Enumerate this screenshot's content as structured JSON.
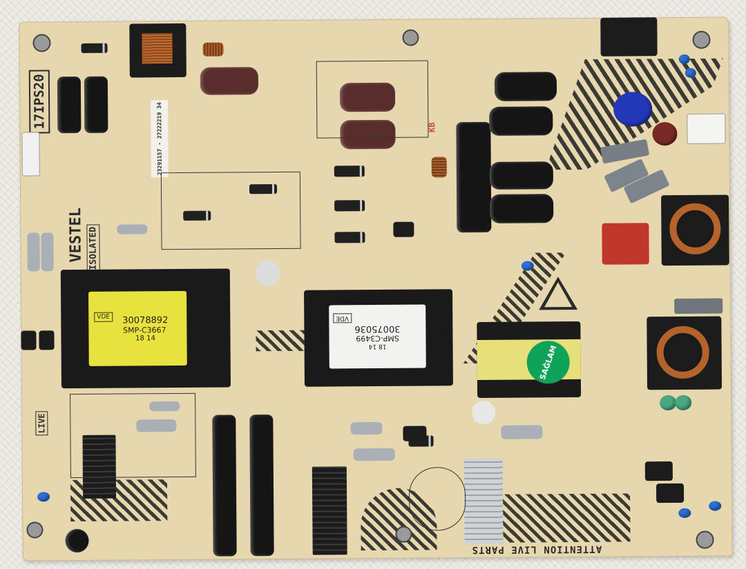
{
  "board": {
    "model_label": "17IPS20",
    "brand": "VESTEL",
    "isolated_label": "ISOLATED",
    "live_label": "LIVE",
    "attention_label": "ATTENTION LIVE PARTS",
    "barcode_code": "23291157 - 27222219 34",
    "part_code_mirrored": "KB",
    "transformer_main": {
      "number": "30078892",
      "type": "SMP-C3667",
      "date": "18 14",
      "cert": "VDE"
    },
    "transformer_second": {
      "number": "30075036",
      "type": "SMP-C3499",
      "date": "18 14",
      "cert": "VDE"
    },
    "saglam_sticker": "SAĞLAM"
  },
  "colors": {
    "board": "#e6d7ae",
    "silkscreen": "#2b2b2b",
    "sticker_green": "#0fa35a",
    "transformer_yellow": "#e8e23f"
  }
}
